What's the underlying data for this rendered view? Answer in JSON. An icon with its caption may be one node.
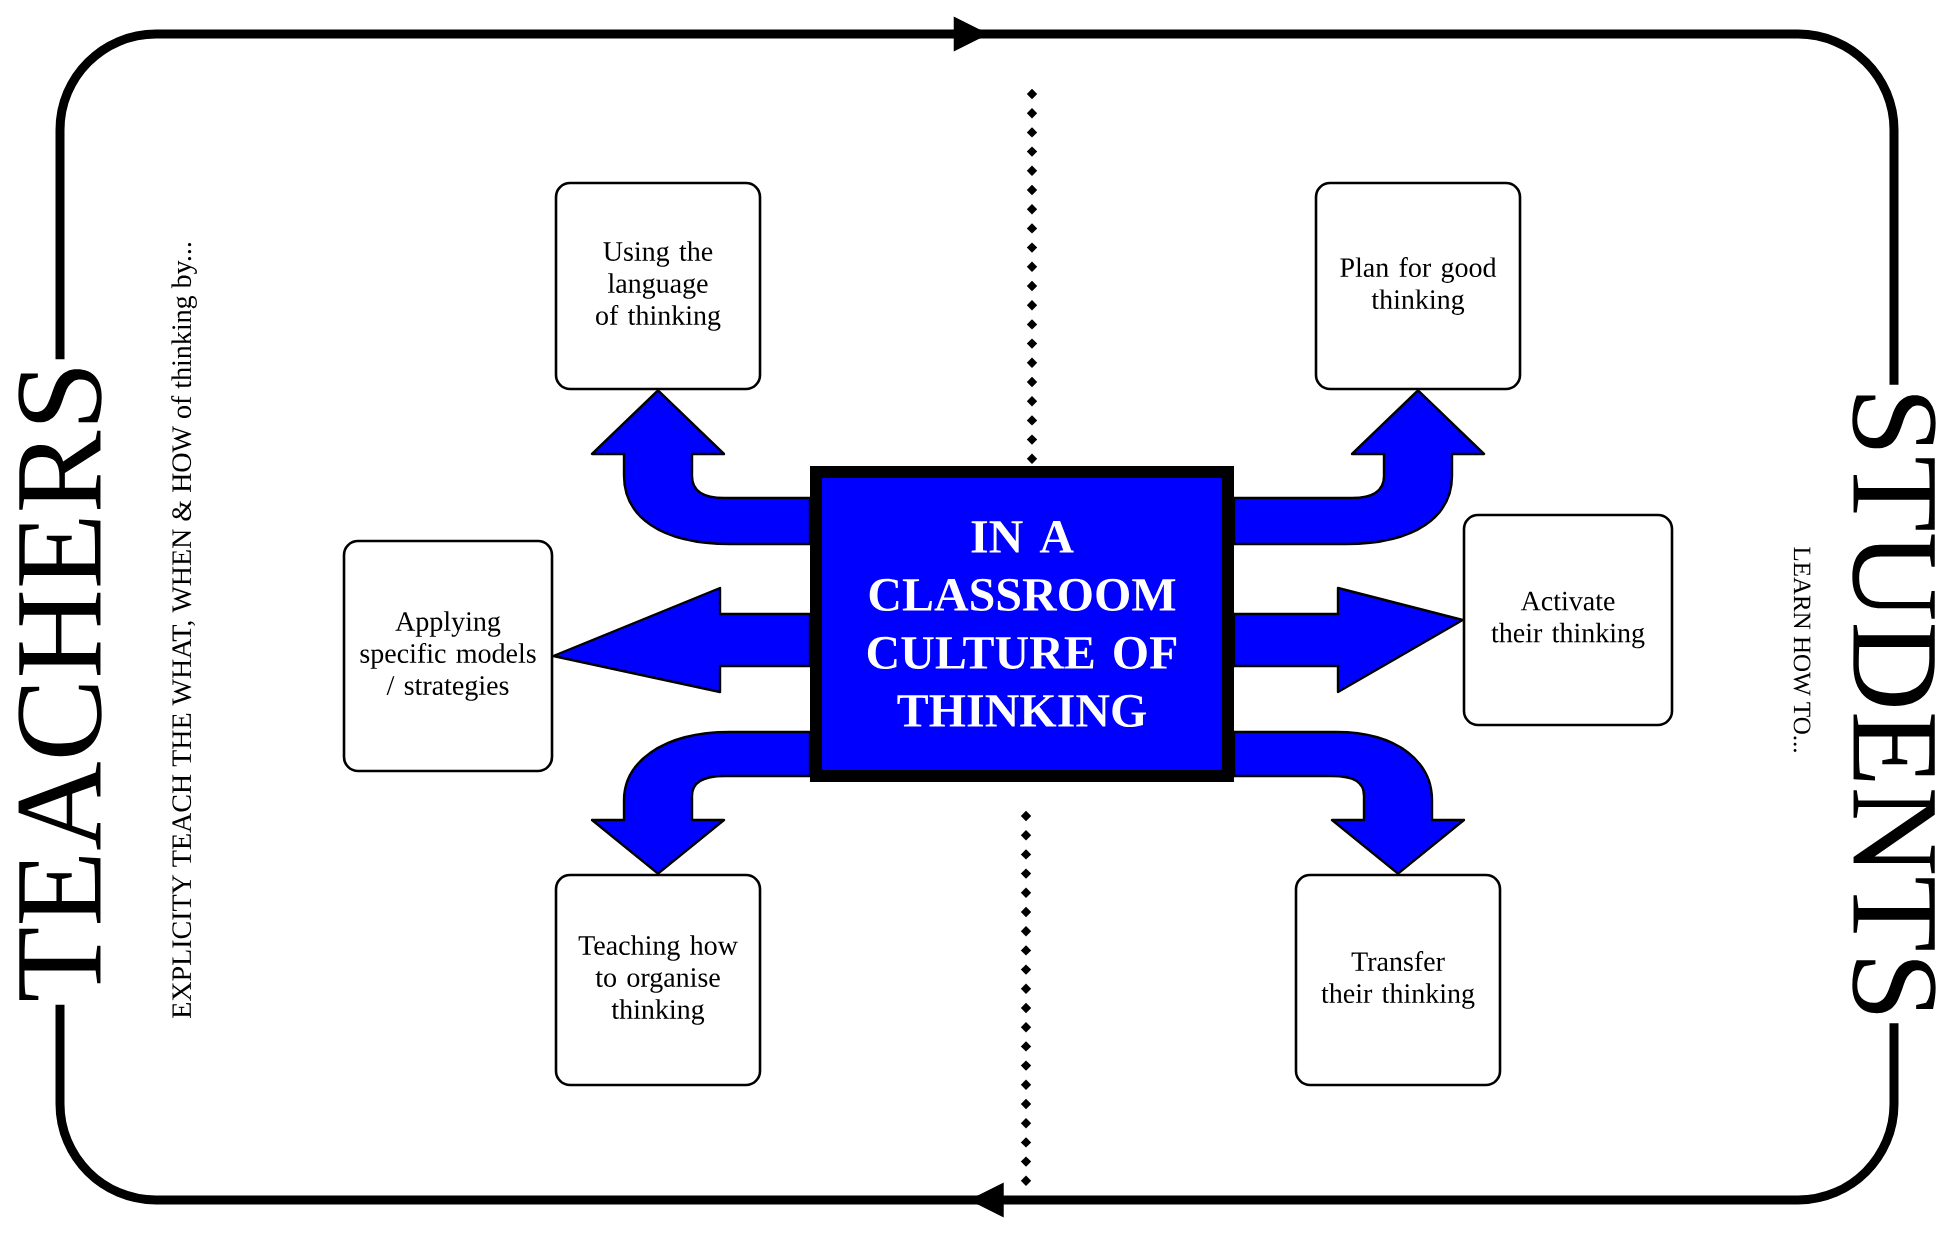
{
  "diagram": {
    "nodes": [
      {
        "text": [
          "IN A CLASSROOM CULTURE OF THINKING"
        ]
      },
      {
        "text": [
          "Using the language of thinking"
        ]
      },
      {
        "text": [
          "Applying specific models / strategies"
        ]
      },
      {
        "text": [
          "Teaching how to organise thinking"
        ]
      },
      {
        "text": [
          "Plan for good thinking"
        ]
      },
      {
        "text": [
          "Activate their thinking"
        ]
      },
      {
        "text": [
          "Transfer their thinking"
        ]
      },
      {
        "text": [
          "TEACHERS"
        ],
        "beside": [
          "EXPLICITY TEACH THE WHAT, WHEN & HOW of thinking by..."
        ]
      },
      {
        "text": [
          "STUDENTS"
        ],
        "beside": [
          "LEARN HOW TO..."
        ]
      }
    ],
    "edges": [
      {
        "from": 0,
        "to": 1,
        "arrow": "to",
        "style": "thick",
        "color": "#0000ff"
      },
      {
        "from": 0,
        "to": 2,
        "arrow": "to",
        "style": "thick",
        "color": "#0000ff"
      },
      {
        "from": 0,
        "to": 3,
        "arrow": "to",
        "style": "thick",
        "color": "#0000ff"
      },
      {
        "from": 0,
        "to": 4,
        "arrow": "to",
        "style": "thick",
        "color": "#0000ff"
      },
      {
        "from": 0,
        "to": 5,
        "arrow": "to",
        "style": "thick",
        "color": "#0000ff"
      },
      {
        "from": 0,
        "to": 6,
        "arrow": "to",
        "style": "thick",
        "color": "#0000ff"
      },
      {
        "from": 7,
        "to": 8,
        "arrow": "to"
      },
      {
        "from": 8,
        "to": 7,
        "arrow": "to"
      }
    ]
  }
}
